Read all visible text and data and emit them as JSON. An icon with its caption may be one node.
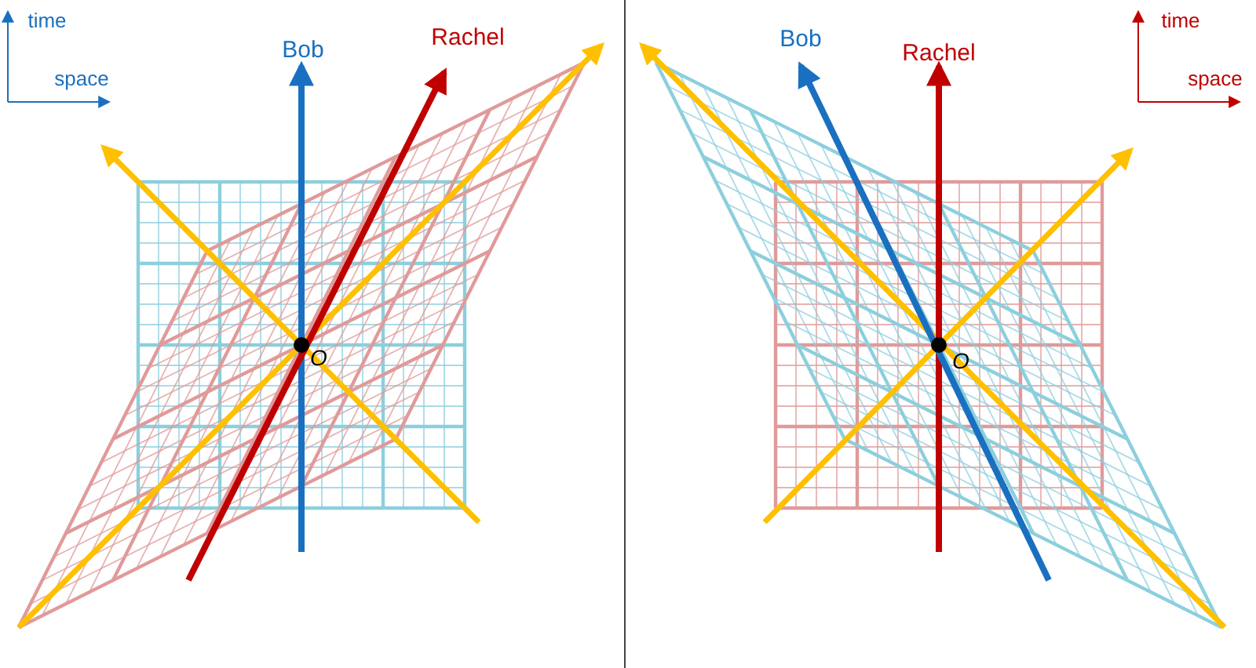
{
  "diagram": {
    "labels": [
      "time",
      "space",
      "Bob",
      "Rachel",
      "O",
      "Bob",
      "Rachel",
      "time",
      "space",
      "O"
    ]
  }
}
